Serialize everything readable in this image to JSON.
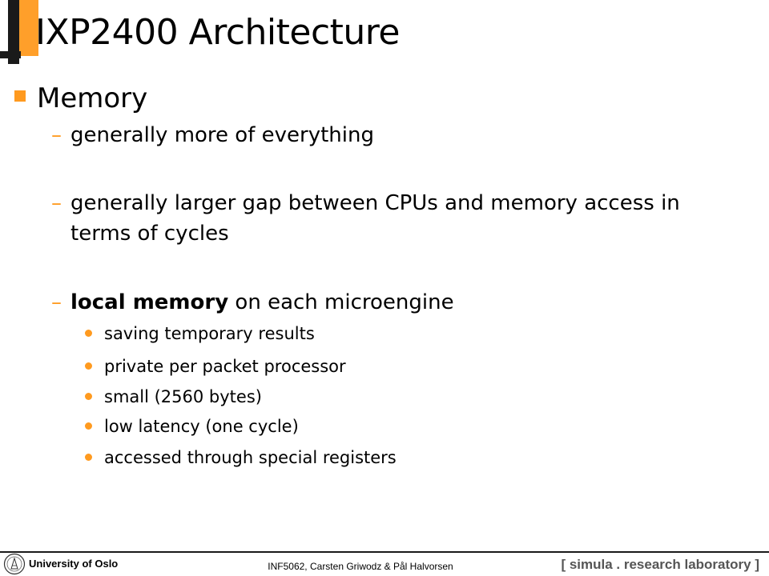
{
  "slide": {
    "title": "IXP2400 Architecture",
    "bullet": "Memory",
    "subitems": [
      {
        "text": "generally more of everything"
      },
      {
        "text": "generally larger gap between CPUs and memory access in terms of cycles"
      },
      {
        "bold": "local memory",
        "rest": " on each microengine"
      }
    ],
    "dash": "–",
    "subsubitems": [
      "saving temporary results",
      "private per packet processor",
      "small (2560 bytes)",
      "low latency (one cycle)",
      "accessed through special registers"
    ]
  },
  "footer": {
    "university": "University of Oslo",
    "authors": "INF5062, Carsten Griwodz & Pål Halvorsen",
    "lab": "[ simula . research laboratory ]"
  },
  "colors": {
    "accent": "#ff9a1f",
    "bar": "#1a1a1a"
  },
  "icons": {
    "logo": "university-seal-icon",
    "bullet_square": "square-bullet-icon",
    "bullet_dot": "dot-bullet-icon"
  }
}
